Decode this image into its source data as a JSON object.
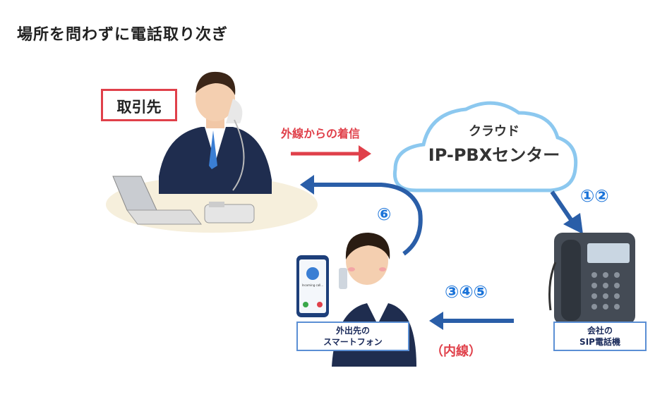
{
  "title": "場所を問わずに電話取り次ぎ",
  "client_label": "取引先",
  "incoming_label": "外線からの着信",
  "cloud": {
    "line1": "クラウド",
    "line2": "IP-PBXセンター"
  },
  "steps": {
    "s12": "①②",
    "s345": "③④⑤",
    "s6": "⑥"
  },
  "internal_label": "（内線）",
  "company_phone": {
    "line1": "会社の",
    "line2": "SIP電話機"
  },
  "smartphone": {
    "line1": "外出先の",
    "line2": "スマートフォン",
    "screen_text": "Incoming call..."
  },
  "colors": {
    "red": "#e0404a",
    "blue": "#1a73d9",
    "arrow_blue": "#2a5ea8",
    "cloud_border": "#8cc8ef"
  }
}
